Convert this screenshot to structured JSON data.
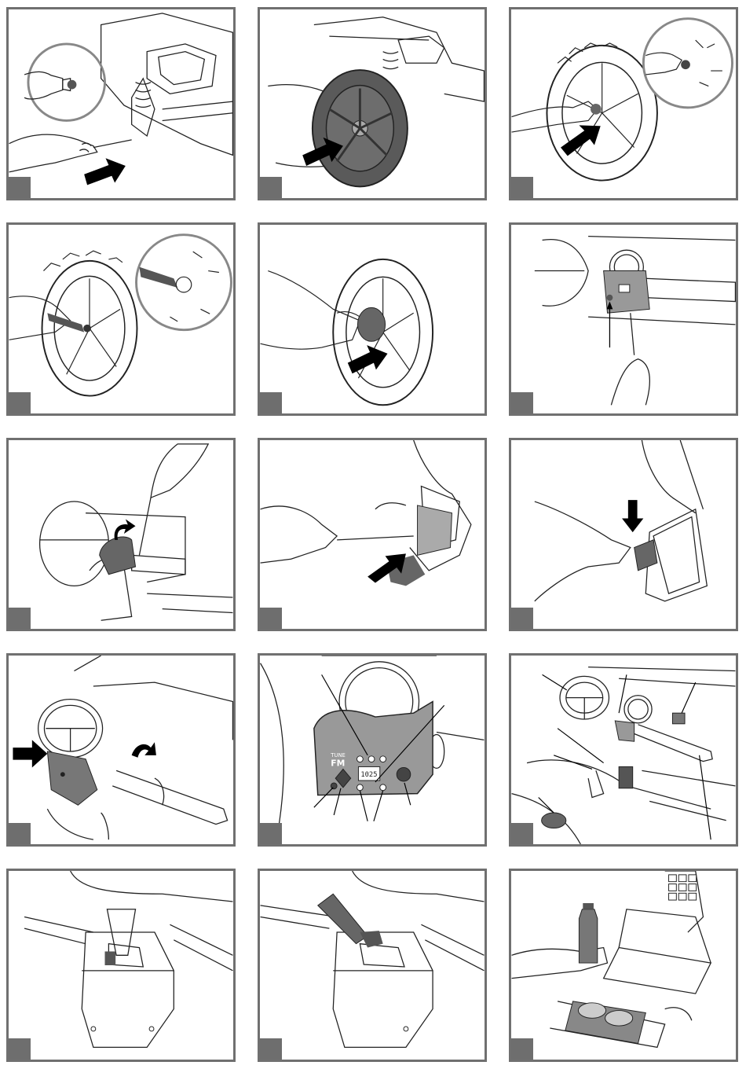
{
  "panels": [
    {
      "id": "p1",
      "step": ""
    },
    {
      "id": "p2",
      "step": ""
    },
    {
      "id": "p3",
      "step": ""
    },
    {
      "id": "p4",
      "step": ""
    },
    {
      "id": "p5",
      "step": ""
    },
    {
      "id": "p6",
      "step": ""
    },
    {
      "id": "p7",
      "step": ""
    },
    {
      "id": "p8",
      "step": ""
    },
    {
      "id": "p9",
      "step": ""
    },
    {
      "id": "p10",
      "step": ""
    },
    {
      "id": "p11",
      "step": ""
    },
    {
      "id": "p12",
      "step": ""
    },
    {
      "id": "p13",
      "step": ""
    },
    {
      "id": "p14",
      "step": ""
    },
    {
      "id": "p15",
      "step": ""
    }
  ],
  "radio_panel": {
    "tune_label": "TUNE",
    "band_label": "FM",
    "display_value": "1025"
  },
  "colors": {
    "frame": "#707070",
    "step_tab": "#6e6e6e",
    "line_art": "#222222",
    "arrow": "#000000",
    "dash_panel": "#999999"
  }
}
